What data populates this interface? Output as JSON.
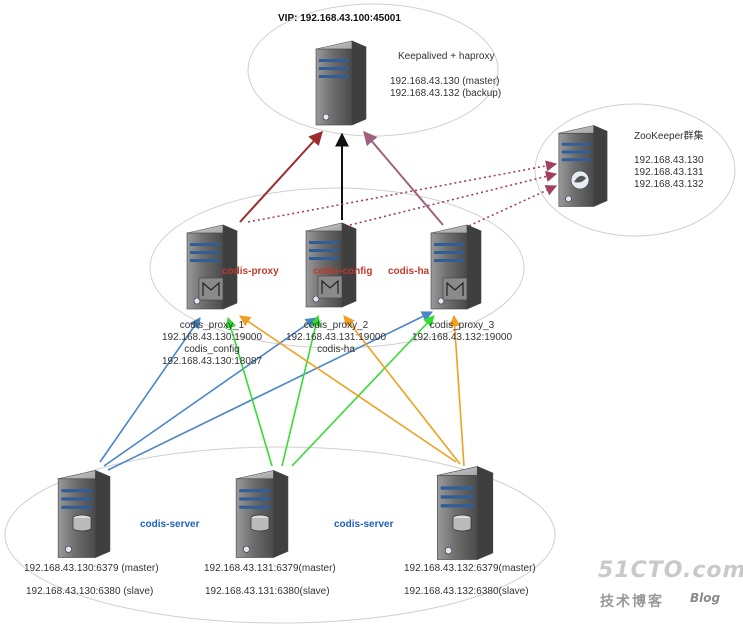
{
  "top_group": {
    "vip_label": "VIP:  192.168.43.100:45001",
    "title": "Keepalived + haproxy",
    "ips": [
      "192.168.43.130 (master)",
      "192.168.43.132 (backup)"
    ]
  },
  "zookeeper": {
    "title": "ZooKeeper群集",
    "ips": [
      "192.168.43.130",
      "192.168.43.131",
      "192.168.43.132"
    ]
  },
  "proxy_group": {
    "roles": [
      "codis-proxy",
      "codis-config",
      "codis-ha"
    ],
    "nodes": [
      {
        "lines": [
          "codis_proxy_1",
          "192.168.43.130:19000",
          "codis_config",
          "192.168.43.130:18087"
        ]
      },
      {
        "lines": [
          "codis_proxy_2",
          "192.168.43.131:19000",
          "codis-ha"
        ]
      },
      {
        "lines": [
          "codis_proxy_3",
          "192.168.43.132:19000"
        ]
      }
    ]
  },
  "server_group": {
    "roles": [
      "codis-server",
      "codis-server"
    ],
    "nodes": [
      {
        "master": "192.168.43.130:6379 (master)",
        "slave": "192.168.43.130:6380 (slave)"
      },
      {
        "master": "192.168.43.131:6379(master)",
        "slave": "192.168.43.131:6380(slave)"
      },
      {
        "master": "192.168.43.132:6379(master)",
        "slave": "192.168.43.132:6380(slave)"
      }
    ]
  },
  "watermark": {
    "main": "51CTO.com",
    "sub": "技术博客",
    "blog": "Blog"
  },
  "colors": {
    "arrow_darkred": "#9b2c2c",
    "arrow_black": "#111111",
    "arrow_mauve": "#a06080",
    "arrow_dotted": "#a04060",
    "arrow_blue": "#4a86c8",
    "arrow_green": "#33dd33",
    "arrow_orange": "#f0a020",
    "ellipse_stroke": "#d0d0d0",
    "server_body": "#6b6b6b",
    "stripe": "#2f5e99"
  }
}
